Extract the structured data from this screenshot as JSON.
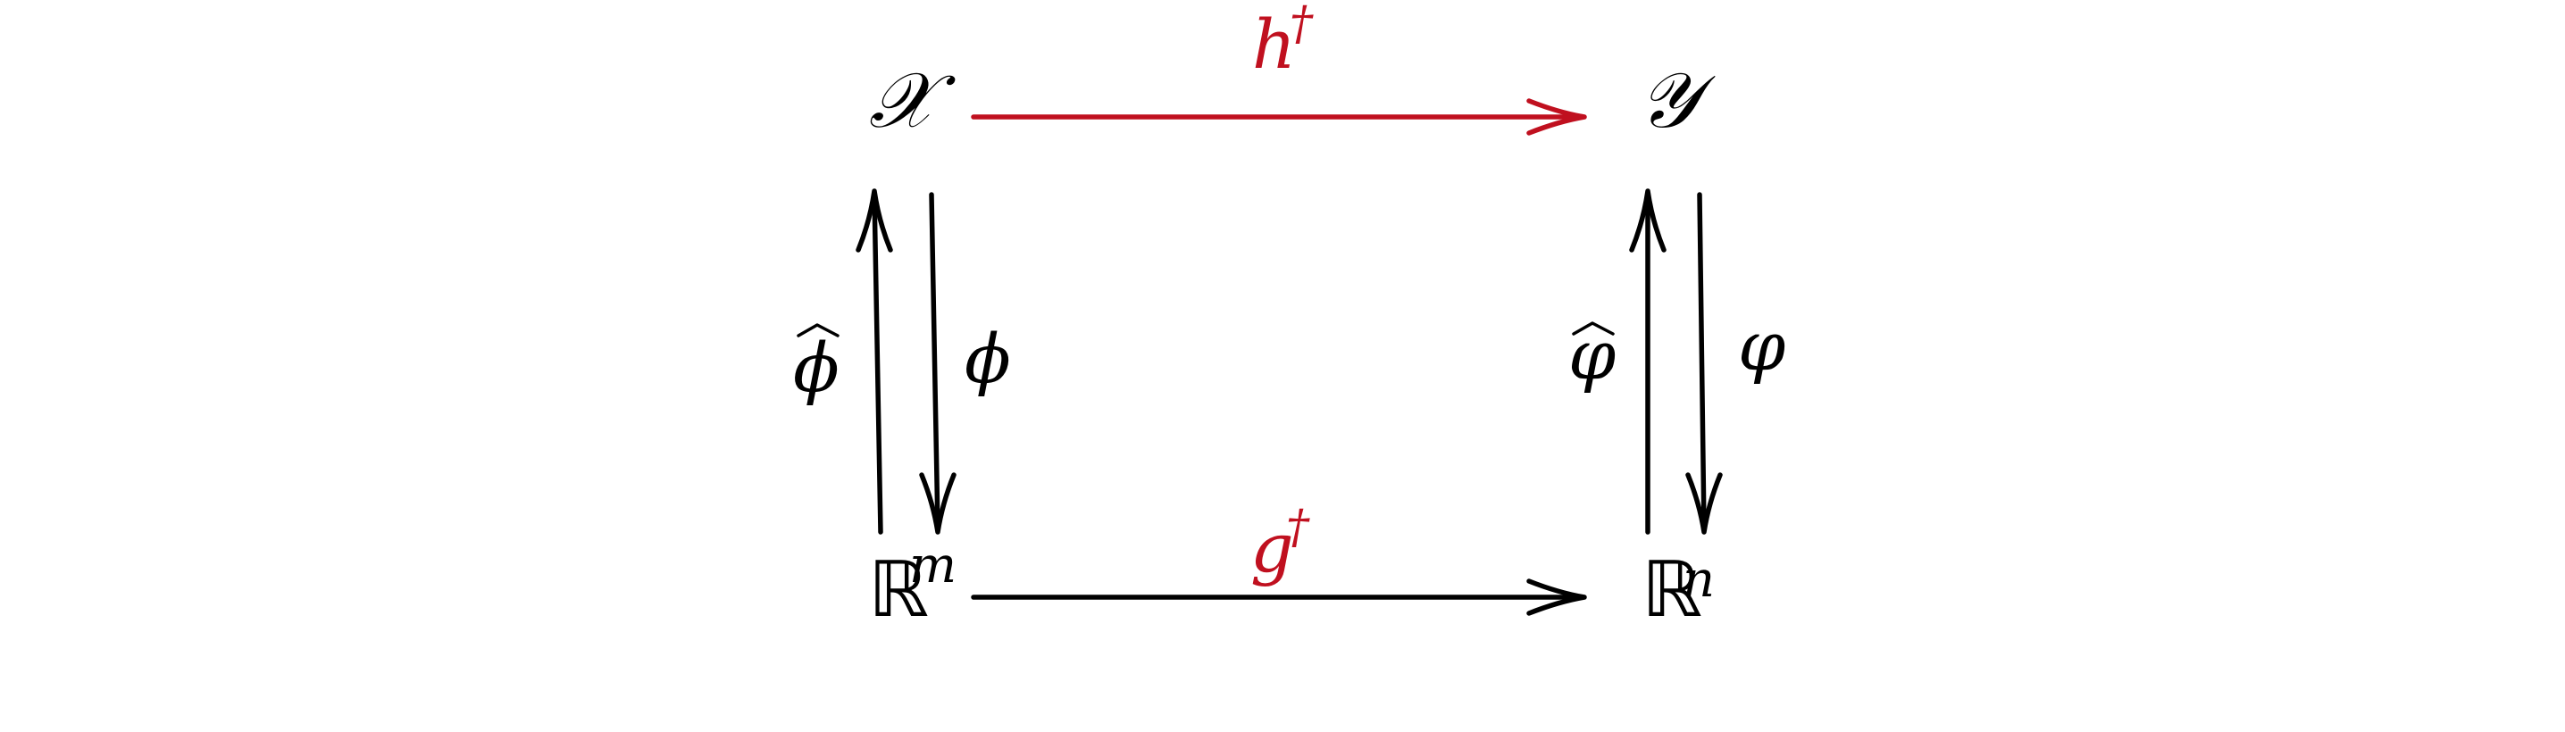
{
  "nodes": {
    "top_left": "𝒳",
    "top_right": "𝒴",
    "bottom_left_base": "ℝ",
    "bottom_left_exp": "m",
    "bottom_right_base": "ℝ",
    "bottom_right_exp": "n"
  },
  "arrows": {
    "top": {
      "base": "h",
      "sup": "†",
      "color": "#c0101f"
    },
    "bottom": {
      "base": "g",
      "sup": "†",
      "color": "#c0101f"
    },
    "left_up": {
      "label": "ϕ",
      "hat": true
    },
    "left_down": {
      "label": "ϕ"
    },
    "right_up": {
      "label": "φ",
      "hat": true
    },
    "right_down": {
      "label": "φ"
    }
  },
  "colors": {
    "accent": "#c0101f",
    "ink": "#000000"
  }
}
